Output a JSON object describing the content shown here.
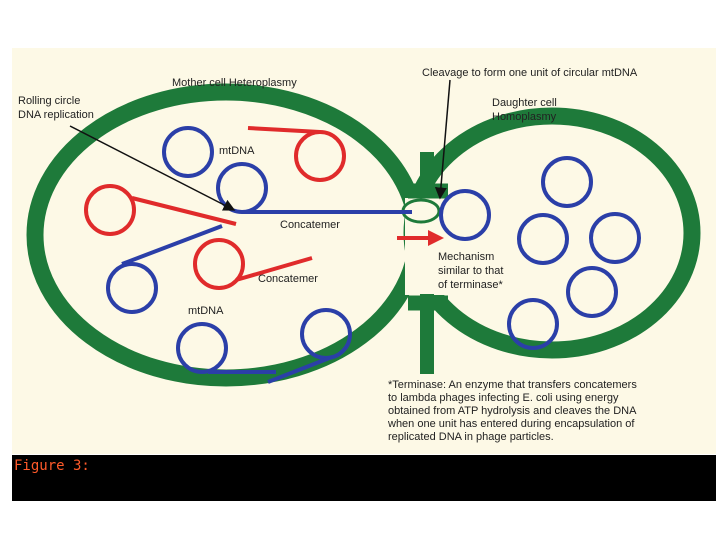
{
  "figure": {
    "labels": {
      "mother_cell": "Mother cell Heteroplasmy",
      "rolling_circle_1": "Rolling circle",
      "rolling_circle_2": "DNA replication",
      "cleavage": "Cleavage to form one unit of circular mtDNA",
      "daughter_1": "Daughter cell",
      "daughter_2": "Homoplasmy",
      "mtdna_top": "mtDNA",
      "mtdna_bottom": "mtDNA",
      "concatemer_top": "Concatemer",
      "concatemer_bottom": "Concatemer",
      "mechanism_1": "Mechanism",
      "mechanism_2": "similar to that",
      "mechanism_3": "of terminase*"
    },
    "footnote": [
      "*Terminase: An enzyme that transfers concatemers",
      "to lambda phages infecting E. coli using energy",
      "obtained from ATP hydrolysis and cleaves the DNA",
      "when one unit has entered during encapsulation of",
      "replicated DNA in phage particles."
    ]
  },
  "caption": "Figure 3:",
  "colors": {
    "membrane": "#1e7a3a",
    "background": "#fdf9e6",
    "mtdna_normal": "#2b3fa8",
    "mtdna_mutant": "#e02b2b",
    "caption_text": "#ff5a2a"
  }
}
